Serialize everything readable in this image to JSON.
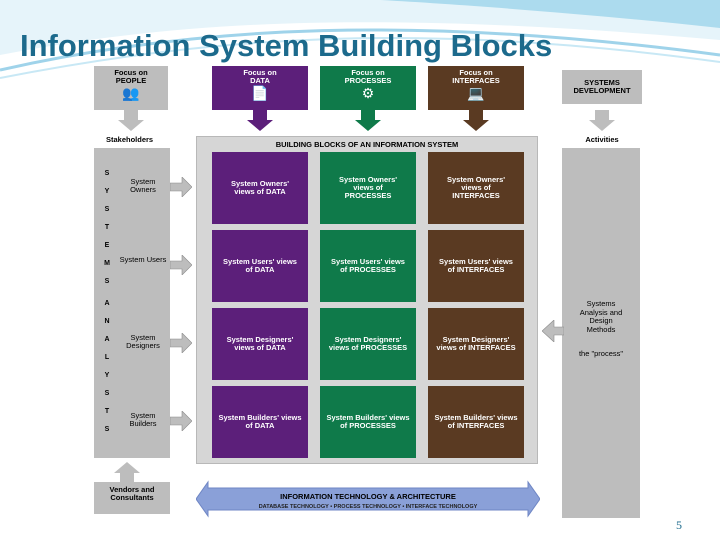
{
  "slide": {
    "title": "Information System Building Blocks",
    "page_number": "5"
  },
  "diagram": {
    "focus_people": "Focus on PEOPLE",
    "focus_data": "Focus on DATA",
    "focus_processes": "Focus on PROCESSES",
    "focus_interfaces": "Focus on INTERFACES",
    "systems_development": "SYSTEMS DEVELOPMENT",
    "stakeholders": "Stakeholders",
    "activities": "Activities",
    "building_blocks_header": "BUILDING BLOCKS OF AN INFORMATION SYSTEM",
    "vertical_letters": [
      "S",
      "Y",
      "S",
      "T",
      "E",
      "M",
      "S",
      "A",
      "N",
      "A",
      "L",
      "Y",
      "S",
      "T",
      "S"
    ],
    "rows": [
      {
        "stakeholder": "System Owners",
        "cells": [
          "System Owners' views of DATA",
          "System Owners' views of PROCESSES",
          "System Owners' views of INTERFACES"
        ]
      },
      {
        "stakeholder": "System Users",
        "cells": [
          "System Users' views of DATA",
          "System Users' views of PROCESSES",
          "System Users' views of INTERFACES"
        ]
      },
      {
        "stakeholder": "System Designers",
        "cells": [
          "System Designers' views of DATA",
          "System Designers' views of PROCESSES",
          "System Designers' views of INTERFACES"
        ]
      },
      {
        "stakeholder": "System Builders",
        "cells": [
          "System Builders' views of DATA",
          "System Builders' views of PROCESSES",
          "System Builders' views of INTERFACES"
        ]
      }
    ],
    "activities_text": "Systems Analysis and Design Methods",
    "activities_process": "the \"process\"",
    "vendors": "Vendors and Consultants",
    "it_title": "INFORMATION TECHNOLOGY & ARCHITECTURE",
    "it_subtitle": "DATABASE TECHNOLOGY • PROCESS TECHNOLOGY • INTERFACE TECHNOLOGY"
  },
  "colors": {
    "title": "#1c6a8c",
    "data_column": "#5c1f7a",
    "process_column": "#0f7a4a",
    "interface_column": "#5a3a22",
    "it_band": "#8aa0d8"
  },
  "icons": [
    "people-icon",
    "data-icon",
    "process-icon",
    "interface-icon"
  ]
}
